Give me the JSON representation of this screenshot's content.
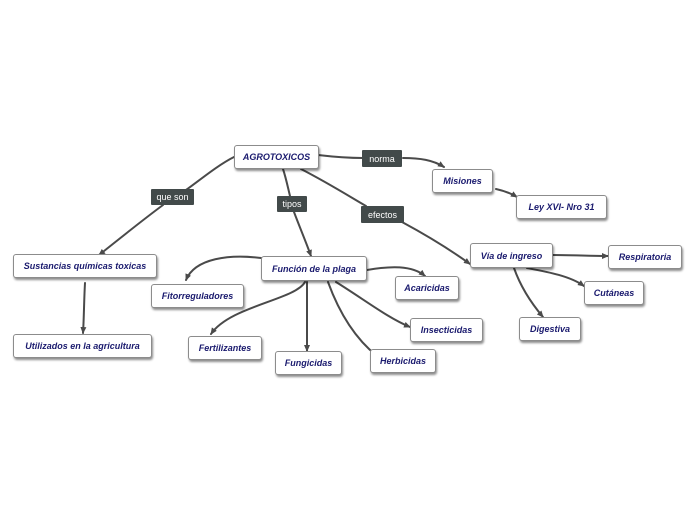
{
  "colors": {
    "edge": "#4a4a4a",
    "node_text": "#1a1a6e",
    "label_bg": "#424a4a"
  },
  "nodes": {
    "agrotoxicos": "AGROTOXICOS",
    "misiones": "Misiones",
    "ley": "Ley XVI- Nro 31",
    "sustancias": "Sustancias químicas toxicas",
    "utilizados": "Utilizados en la agricultura",
    "funcion": "Función de la plaga",
    "fitorreguladores": "Fitorreguladores",
    "acaricidas": "Acaricidas",
    "fertilizantes": "Fertilizantes",
    "fungicidas": "Fungicidas",
    "herbicidas": "Herbicidas",
    "insecticidas": "Insecticidas",
    "via": "Vía de ingreso",
    "respiratoria": "Respiratoria",
    "cutaneas": "Cutáneas",
    "digestiva": "Digestiva"
  },
  "labels": {
    "norma": "norma",
    "que_son": "que son",
    "tipos": "tipos",
    "efectos": "efectos"
  }
}
